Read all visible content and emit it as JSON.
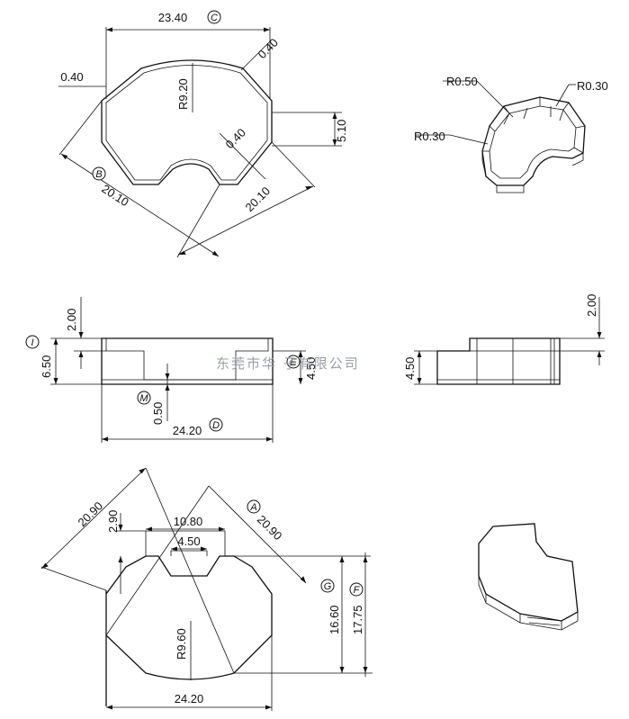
{
  "dims": {
    "top_width": "23.40",
    "top_corner_in": "0.40",
    "top_corner_out": "0.40",
    "top_radius": "R9.20",
    "top_inner": "0.40",
    "top_notch_h": "5.10",
    "top_diag_left": "20.10",
    "top_diag_right": "20.10",
    "side_top_h": "2.00",
    "side_total_h": "6.50",
    "side_body_h": "4.50",
    "side_base": "0.50",
    "side_width": "24.20",
    "right_top_h": "2.00",
    "right_body_h": "4.50",
    "bot_diag_left": "20.90",
    "bot_diag_right": "20.90",
    "bot_slot_depth": "2.90",
    "bot_slot_outer": "10.80",
    "bot_slot_inner": "4.50",
    "bot_h1": "16.60",
    "bot_h2": "17.75",
    "bot_radius": "R9.60",
    "bot_width": "24.20",
    "iso_r1": "R0.50",
    "iso_r2": "R0.30",
    "iso_r3": "R0.30"
  },
  "callouts": {
    "c": "C",
    "b": "B",
    "e": "E",
    "i": "I",
    "m": "M",
    "d": "D",
    "a": "A",
    "g": "G",
    "f": "F"
  },
  "watermark": "东莞市华  子有限公司"
}
